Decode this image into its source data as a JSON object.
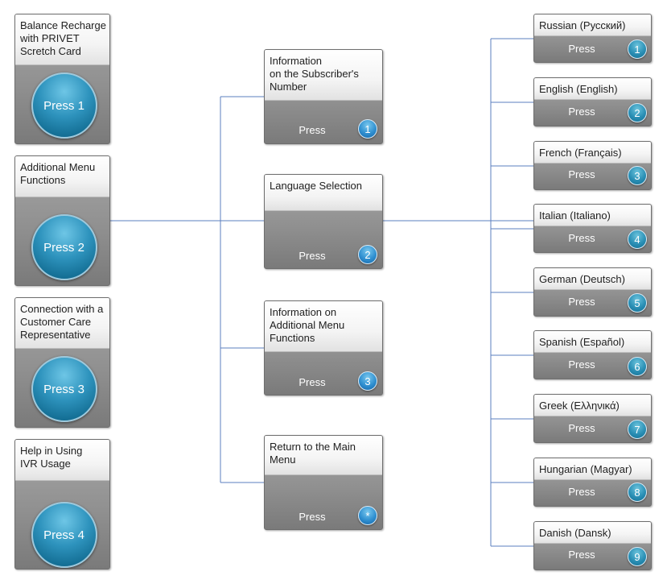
{
  "left_menu": [
    {
      "title": "Balance Recharge\nwith PRIVET\nScretch Card",
      "button": "Press 1"
    },
    {
      "title": "Additional Menu\nFunctions",
      "button": "Press 2"
    },
    {
      "title": "Connection with a\nCustomer Care\nRepresentative",
      "button": "Press 3"
    },
    {
      "title": "Help in Using\nIVR Usage",
      "button": "Press 4"
    }
  ],
  "middle_menu": [
    {
      "title": "Information\non the Subscriber's\nNumber",
      "press": "Press",
      "key": "1"
    },
    {
      "title": "Language Selection",
      "press": "Press",
      "key": "2"
    },
    {
      "title": "Information on\nAdditional Menu\nFunctions",
      "press": "Press",
      "key": "3"
    },
    {
      "title": "Return to the Main\nMenu",
      "press": "Press",
      "key": "*"
    }
  ],
  "languages": [
    {
      "title": "Russian (Русский)",
      "press": "Press",
      "key": "1"
    },
    {
      "title": "English (English)",
      "press": "Press",
      "key": "2"
    },
    {
      "title": "French (Français)",
      "press": "Press",
      "key": "3"
    },
    {
      "title": "Italian (Italiano)",
      "press": "Press",
      "key": "4"
    },
    {
      "title": "German (Deutsch)",
      "press": "Press",
      "key": "5"
    },
    {
      "title": "Spanish (Español)",
      "press": "Press",
      "key": "6"
    },
    {
      "title": "Greek (Ελληνικά)",
      "press": "Press",
      "key": "7"
    },
    {
      "title": "Hungarian (Magyar)",
      "press": "Press",
      "key": "8"
    },
    {
      "title": "Danish (Dansk)",
      "press": "Press",
      "key": "9"
    }
  ],
  "colors": {
    "connector": "#5b7fbf",
    "button": "#2e93bd",
    "badge": "#2f8fd0"
  }
}
